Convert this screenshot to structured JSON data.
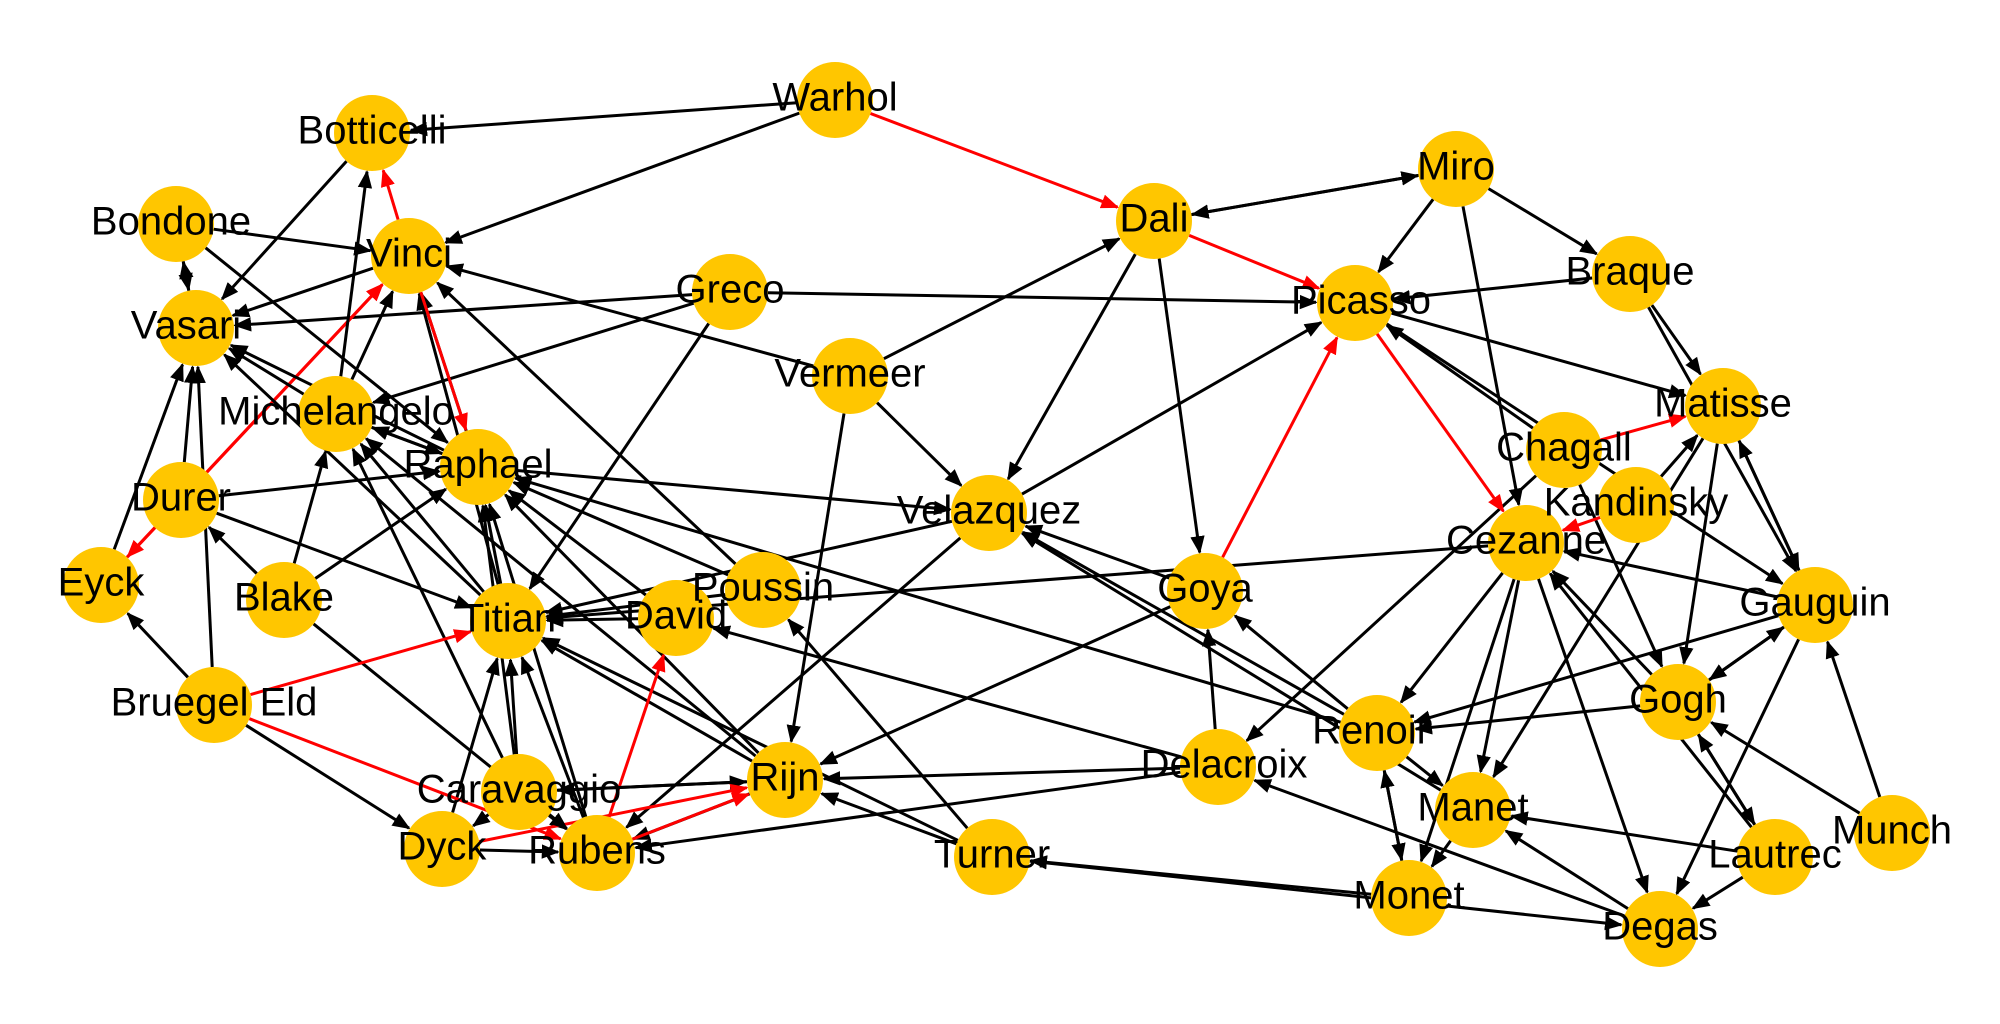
{
  "colors": {
    "node": "#ffc600",
    "edge": "#000000",
    "highlight": "#ff0000",
    "background": "#ffffff"
  },
  "nodes": [
    {
      "id": "Warhol",
      "label": "Warhol"
    },
    {
      "id": "Botticelli",
      "label": "Botticelli"
    },
    {
      "id": "Bondone",
      "label": "Bondone"
    },
    {
      "id": "Vinci",
      "label": "Vinci"
    },
    {
      "id": "Vasari",
      "label": "Vasari"
    },
    {
      "id": "Greco",
      "label": "Greco"
    },
    {
      "id": "Vermeer",
      "label": "Vermeer"
    },
    {
      "id": "Michelangelo",
      "label": "Michelangelo"
    },
    {
      "id": "Raphael",
      "label": "Raphael"
    },
    {
      "id": "Durer",
      "label": "Durer"
    },
    {
      "id": "Eyck",
      "label": "Eyck"
    },
    {
      "id": "Blake",
      "label": "Blake"
    },
    {
      "id": "Titian",
      "label": "Titian"
    },
    {
      "id": "David",
      "label": "David"
    },
    {
      "id": "Poussin",
      "label": "Poussin"
    },
    {
      "id": "BruegelEld",
      "label": "Bruegel Eld"
    },
    {
      "id": "Caravaggio",
      "label": "Caravaggio"
    },
    {
      "id": "Dyck",
      "label": "Dyck"
    },
    {
      "id": "Rubens",
      "label": "Rubens"
    },
    {
      "id": "Rijn",
      "label": "Rijn"
    },
    {
      "id": "Turner",
      "label": "Turner"
    },
    {
      "id": "Velazquez",
      "label": "Velazquez"
    },
    {
      "id": "Dali",
      "label": "Dali"
    },
    {
      "id": "Miro",
      "label": "Miro"
    },
    {
      "id": "Picasso",
      "label": "Picasso"
    },
    {
      "id": "Braque",
      "label": "Braque"
    },
    {
      "id": "Matisse",
      "label": "Matisse"
    },
    {
      "id": "Chagall",
      "label": "Chagall"
    },
    {
      "id": "Kandinsky",
      "label": "Kandinsky"
    },
    {
      "id": "Cezanne",
      "label": "Cezanne"
    },
    {
      "id": "Gauguin",
      "label": "Gauguin"
    },
    {
      "id": "Goya",
      "label": "Goya"
    },
    {
      "id": "Delacroix",
      "label": "Delacroix"
    },
    {
      "id": "Renoir",
      "label": "Renoir"
    },
    {
      "id": "Gogh",
      "label": "Gogh"
    },
    {
      "id": "Manet",
      "label": "Manet"
    },
    {
      "id": "Monet",
      "label": "Monet"
    },
    {
      "id": "Degas",
      "label": "Degas"
    },
    {
      "id": "Lautrec",
      "label": "Lautrec"
    },
    {
      "id": "Munch",
      "label": "Munch"
    }
  ],
  "edges": [
    {
      "from": "Warhol",
      "to": "Botticelli"
    },
    {
      "from": "Warhol",
      "to": "Vinci"
    },
    {
      "from": "Warhol",
      "to": "Dali",
      "highlight": true
    },
    {
      "from": "Dali",
      "to": "Miro"
    },
    {
      "from": "Miro",
      "to": "Dali"
    },
    {
      "from": "Dali",
      "to": "Picasso",
      "highlight": true
    },
    {
      "from": "Dali",
      "to": "Velazquez"
    },
    {
      "from": "Dali",
      "to": "Goya"
    },
    {
      "from": "Vermeer",
      "to": "Dali"
    },
    {
      "from": "Vermeer",
      "to": "Velazquez"
    },
    {
      "from": "Vermeer",
      "to": "Rijn"
    },
    {
      "from": "Miro",
      "to": "Picasso"
    },
    {
      "from": "Miro",
      "to": "Braque"
    },
    {
      "from": "Miro",
      "to": "Cezanne"
    },
    {
      "from": "Braque",
      "to": "Picasso"
    },
    {
      "from": "Braque",
      "to": "Matisse"
    },
    {
      "from": "Braque",
      "to": "Gauguin"
    },
    {
      "from": "Chagall",
      "to": "Picasso"
    },
    {
      "from": "Chagall",
      "to": "Delacroix"
    },
    {
      "from": "Chagall",
      "to": "Gogh"
    },
    {
      "from": "Picasso",
      "to": "Matisse"
    },
    {
      "from": "Picasso",
      "to": "Cezanne",
      "highlight": true
    },
    {
      "from": "Picasso",
      "to": "Gauguin"
    },
    {
      "from": "Chagall",
      "to": "Matisse",
      "highlight": true
    },
    {
      "from": "Kandinsky",
      "to": "Cezanne",
      "highlight": true
    },
    {
      "from": "Kandinsky",
      "to": "Matisse"
    },
    {
      "from": "Matisse",
      "to": "Gauguin"
    },
    {
      "from": "Gauguin",
      "to": "Matisse"
    },
    {
      "from": "Matisse",
      "to": "Gogh"
    },
    {
      "from": "Matisse",
      "to": "Manet"
    },
    {
      "from": "Gauguin",
      "to": "Cezanne"
    },
    {
      "from": "Gauguin",
      "to": "Gogh"
    },
    {
      "from": "Gogh",
      "to": "Gauguin"
    },
    {
      "from": "Gauguin",
      "to": "Degas"
    },
    {
      "from": "Gauguin",
      "to": "Renoir"
    },
    {
      "from": "Munch",
      "to": "Gauguin"
    },
    {
      "from": "Munch",
      "to": "Gogh"
    },
    {
      "from": "Cezanne",
      "to": "Renoir"
    },
    {
      "from": "Cezanne",
      "to": "Manet"
    },
    {
      "from": "Cezanne",
      "to": "Monet"
    },
    {
      "from": "Cezanne",
      "to": "Titian"
    },
    {
      "from": "Cezanne",
      "to": "Degas"
    },
    {
      "from": "Gogh",
      "to": "Cezanne"
    },
    {
      "from": "Lautrec",
      "to": "Cezanne"
    },
    {
      "from": "Lautrec",
      "to": "Gogh"
    },
    {
      "from": "Gogh",
      "to": "Lautrec"
    },
    {
      "from": "Lautrec",
      "to": "Degas"
    },
    {
      "from": "Lautrec",
      "to": "Manet"
    },
    {
      "from": "Gogh",
      "to": "Renoir"
    },
    {
      "from": "Degas",
      "to": "Manet"
    },
    {
      "from": "Degas",
      "to": "Delacroix"
    },
    {
      "from": "Manet",
      "to": "Monet"
    },
    {
      "from": "Renoir",
      "to": "Manet"
    },
    {
      "from": "Renoir",
      "to": "Monet"
    },
    {
      "from": "Monet",
      "to": "Renoir"
    },
    {
      "from": "Monet",
      "to": "Turner"
    },
    {
      "from": "Turner",
      "to": "Degas"
    },
    {
      "from": "Renoir",
      "to": "Goya"
    },
    {
      "from": "Renoir",
      "to": "Velazquez"
    },
    {
      "from": "Renoir",
      "to": "Raphael"
    },
    {
      "from": "Manet",
      "to": "Velazquez"
    },
    {
      "from": "Goya",
      "to": "Picasso",
      "highlight": true
    },
    {
      "from": "Goya",
      "to": "Velazquez"
    },
    {
      "from": "Goya",
      "to": "Rijn"
    },
    {
      "from": "Delacroix",
      "to": "Goya"
    },
    {
      "from": "Delacroix",
      "to": "Rijn"
    },
    {
      "from": "Delacroix",
      "to": "Rubens"
    },
    {
      "from": "Delacroix",
      "to": "David"
    },
    {
      "from": "Velazquez",
      "to": "Picasso"
    },
    {
      "from": "Velazquez",
      "to": "Titian"
    },
    {
      "from": "Velazquez",
      "to": "Rubens"
    },
    {
      "from": "Greco",
      "to": "Picasso"
    },
    {
      "from": "Greco",
      "to": "Vasari"
    },
    {
      "from": "Greco",
      "to": "Titian"
    },
    {
      "from": "Greco",
      "to": "Michelangelo"
    },
    {
      "from": "Raphael",
      "to": "Velazquez"
    },
    {
      "from": "Poussin",
      "to": "Vinci"
    },
    {
      "from": "Poussin",
      "to": "Titian"
    },
    {
      "from": "Poussin",
      "to": "Raphael"
    },
    {
      "from": "Turner",
      "to": "Poussin"
    },
    {
      "from": "Turner",
      "to": "Rijn"
    },
    {
      "from": "Turner",
      "to": "Titian"
    },
    {
      "from": "Rijn",
      "to": "Titian"
    },
    {
      "from": "Rijn",
      "to": "Raphael"
    },
    {
      "from": "Rijn",
      "to": "Rubens"
    },
    {
      "from": "Rijn",
      "to": "Caravaggio"
    },
    {
      "from": "Rijn",
      "to": "Michelangelo"
    },
    {
      "from": "Rubens",
      "to": "Rijn",
      "highlight": true
    },
    {
      "from": "Rubens",
      "to": "David",
      "highlight": true
    },
    {
      "from": "Rubens",
      "to": "Titian"
    },
    {
      "from": "Rubens",
      "to": "Raphael"
    },
    {
      "from": "Caravaggio",
      "to": "Rijn"
    },
    {
      "from": "Caravaggio",
      "to": "Titian"
    },
    {
      "from": "Caravaggio",
      "to": "Michelangelo"
    },
    {
      "from": "Caravaggio",
      "to": "Raphael"
    },
    {
      "from": "Caravaggio",
      "to": "Rubens"
    },
    {
      "from": "Dyck",
      "to": "Titian"
    },
    {
      "from": "Dyck",
      "to": "Rubens"
    },
    {
      "from": "Dyck",
      "to": "Rijn",
      "highlight": true
    },
    {
      "from": "Caravaggio",
      "to": "Dyck"
    },
    {
      "from": "David",
      "to": "Raphael"
    },
    {
      "from": "David",
      "to": "Titian"
    },
    {
      "from": "Blake",
      "to": "Raphael"
    },
    {
      "from": "Blake",
      "to": "Michelangelo"
    },
    {
      "from": "Blake",
      "to": "Durer"
    },
    {
      "from": "Blake",
      "to": "Rubens"
    },
    {
      "from": "BruegelEld",
      "to": "Titian",
      "highlight": true
    },
    {
      "from": "BruegelEld",
      "to": "Rubens",
      "highlight": true
    },
    {
      "from": "BruegelEld",
      "to": "Dyck"
    },
    {
      "from": "BruegelEld",
      "to": "Eyck"
    },
    {
      "from": "BruegelEld",
      "to": "Vasari"
    },
    {
      "from": "Eyck",
      "to": "Vasari"
    },
    {
      "from": "Eyck",
      "to": "Vinci",
      "highlight": true
    },
    {
      "from": "Durer",
      "to": "Eyck",
      "highlight": true
    },
    {
      "from": "Durer",
      "to": "Vinci",
      "highlight": true
    },
    {
      "from": "Durer",
      "to": "Raphael"
    },
    {
      "from": "Durer",
      "to": "Vasari"
    },
    {
      "from": "Durer",
      "to": "Titian"
    },
    {
      "from": "Titian",
      "to": "Raphael"
    },
    {
      "from": "Titian",
      "to": "Vinci"
    },
    {
      "from": "Titian",
      "to": "Michelangelo"
    },
    {
      "from": "Titian",
      "to": "Vasari"
    },
    {
      "from": "Michelangelo",
      "to": "Vinci"
    },
    {
      "from": "Michelangelo",
      "to": "Botticelli"
    },
    {
      "from": "Michelangelo",
      "to": "Raphael"
    },
    {
      "from": "Michelangelo",
      "to": "Vasari"
    },
    {
      "from": "Raphael",
      "to": "Michelangelo"
    },
    {
      "from": "Raphael",
      "to": "Vasari"
    },
    {
      "from": "Raphael",
      "to": "Vinci"
    },
    {
      "from": "Vinci",
      "to": "Raphael",
      "highlight": true
    },
    {
      "from": "Vinci",
      "to": "Botticelli",
      "highlight": true
    },
    {
      "from": "Vinci",
      "to": "Vasari"
    },
    {
      "from": "Bondone",
      "to": "Vinci"
    },
    {
      "from": "Bondone",
      "to": "Vasari"
    },
    {
      "from": "Vasari",
      "to": "Bondone"
    },
    {
      "from": "Bondone",
      "to": "Raphael"
    },
    {
      "from": "Botticelli",
      "to": "Vasari"
    },
    {
      "from": "Vermeer",
      "to": "Vinci"
    }
  ]
}
